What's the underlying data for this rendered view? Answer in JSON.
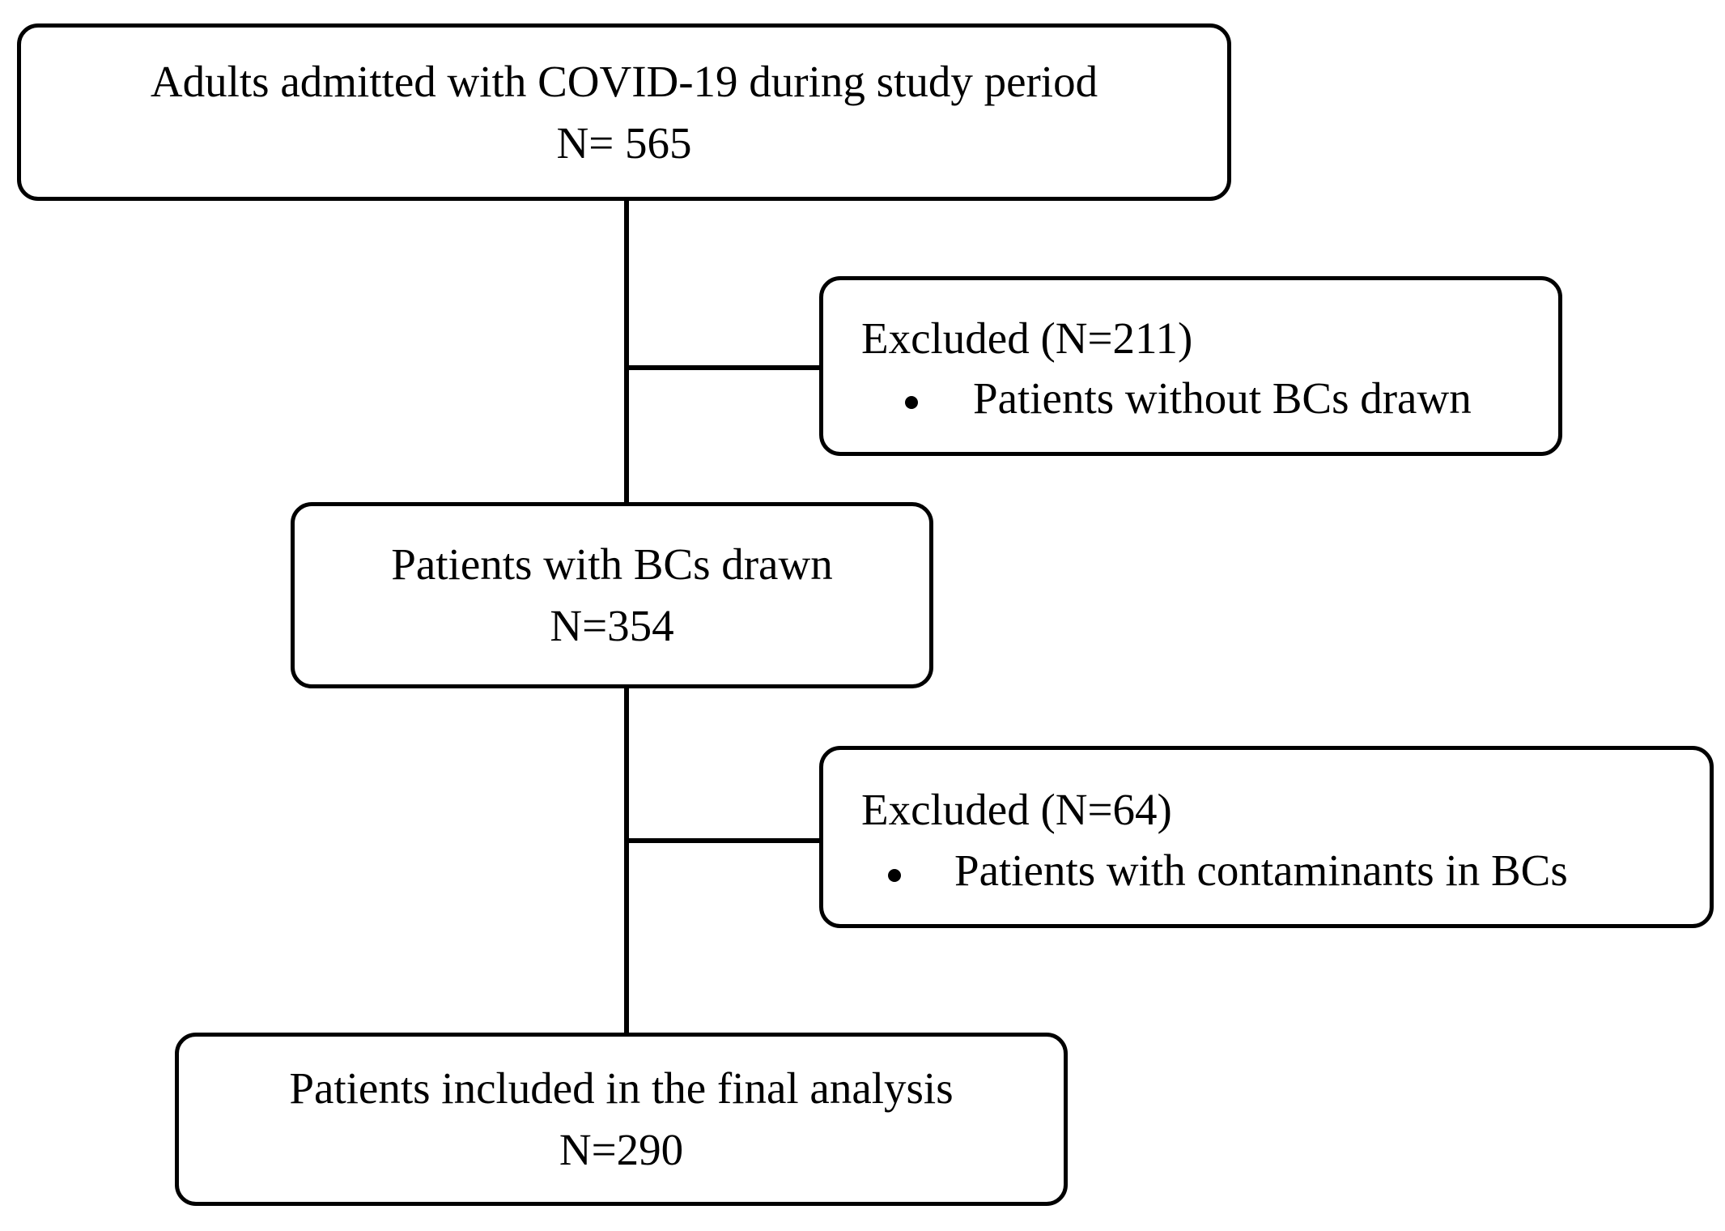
{
  "flowchart": {
    "admitted": {
      "title": "Adults admitted with COVID-19 during study period",
      "count": "N= 565"
    },
    "excluded_1": {
      "heading": "Excluded (N=211)",
      "reason": "Patients without BCs drawn"
    },
    "with_bcs": {
      "title": "Patients with BCs drawn",
      "count": "N=354"
    },
    "excluded_2": {
      "heading": "Excluded (N=64)",
      "reason": "Patients with contaminants in BCs"
    },
    "final": {
      "title": "Patients included in the final analysis",
      "count": "N=290"
    }
  }
}
